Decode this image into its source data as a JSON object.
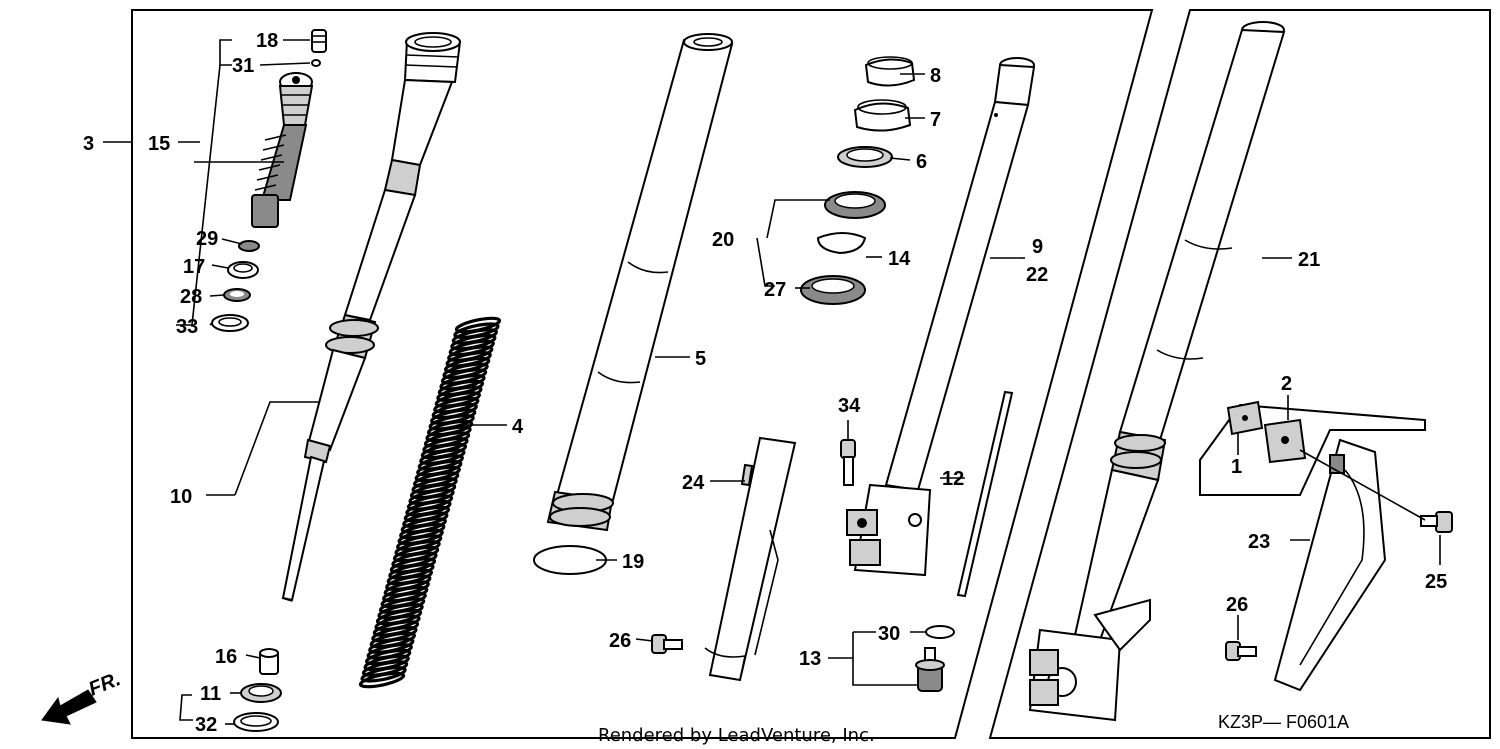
{
  "diagram": {
    "code": "KZ3P— F0601A",
    "credit": "Rendered by LeadVenture, Inc.",
    "direction_label": "FR.",
    "callouts": [
      {
        "id": "c1",
        "text": "1"
      },
      {
        "id": "c2",
        "text": "2"
      },
      {
        "id": "c3",
        "text": "3"
      },
      {
        "id": "c4",
        "text": "4"
      },
      {
        "id": "c5",
        "text": "5"
      },
      {
        "id": "c6",
        "text": "6"
      },
      {
        "id": "c7",
        "text": "7"
      },
      {
        "id": "c8",
        "text": "8"
      },
      {
        "id": "c9",
        "text": "9"
      },
      {
        "id": "c10",
        "text": "10"
      },
      {
        "id": "c11",
        "text": "11"
      },
      {
        "id": "c12",
        "text": "12"
      },
      {
        "id": "c13",
        "text": "13"
      },
      {
        "id": "c14",
        "text": "14"
      },
      {
        "id": "c15",
        "text": "15"
      },
      {
        "id": "c16",
        "text": "16"
      },
      {
        "id": "c17",
        "text": "17"
      },
      {
        "id": "c18",
        "text": "18"
      },
      {
        "id": "c19",
        "text": "19"
      },
      {
        "id": "c20",
        "text": "20"
      },
      {
        "id": "c21",
        "text": "21"
      },
      {
        "id": "c22",
        "text": "22"
      },
      {
        "id": "c23",
        "text": "23"
      },
      {
        "id": "c24",
        "text": "24"
      },
      {
        "id": "c25",
        "text": "25"
      },
      {
        "id": "c26a",
        "text": "26"
      },
      {
        "id": "c26b",
        "text": "26"
      },
      {
        "id": "c27",
        "text": "27"
      },
      {
        "id": "c28",
        "text": "28"
      },
      {
        "id": "c29",
        "text": "29"
      },
      {
        "id": "c30",
        "text": "30"
      },
      {
        "id": "c31",
        "text": "31"
      },
      {
        "id": "c32",
        "text": "32"
      },
      {
        "id": "c33",
        "text": "33"
      },
      {
        "id": "c34",
        "text": "34"
      }
    ]
  }
}
